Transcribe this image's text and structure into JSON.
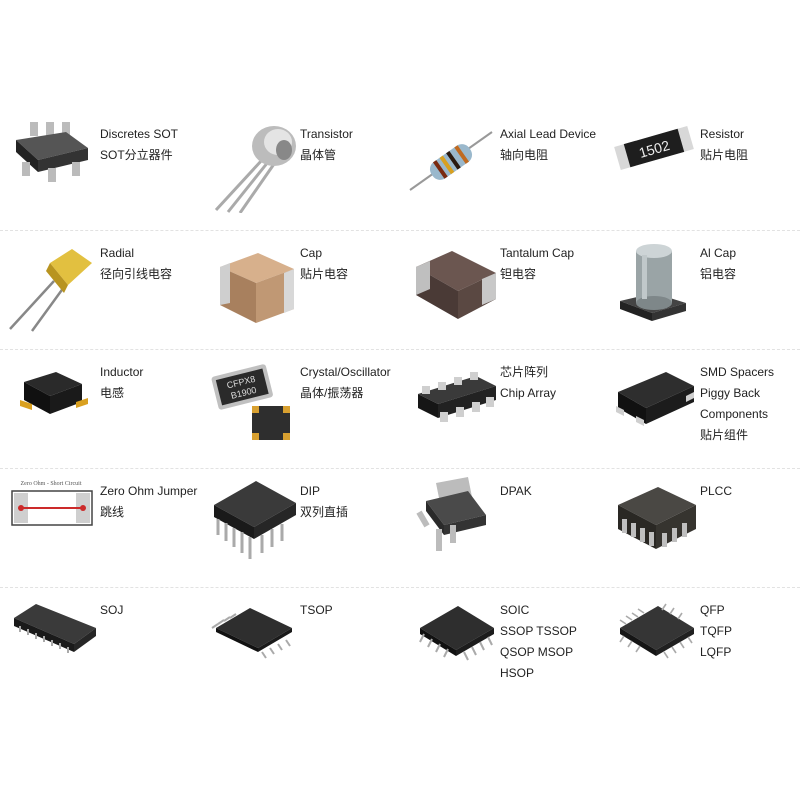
{
  "catalog": {
    "rows": [
      [
        {
          "icon": "sot-package-icon",
          "lines": [
            "Discretes SOT",
            "SOT分立器件"
          ]
        },
        {
          "icon": "transistor-icon",
          "lines": [
            "Transistor",
            "晶体管"
          ]
        },
        {
          "icon": "axial-lead-device-icon",
          "lines": [
            "Axial Lead Device",
            "轴向电阻"
          ]
        },
        {
          "icon": "smd-resistor-icon",
          "lines": [
            "Resistor",
            "贴片电阻"
          ]
        }
      ],
      [
        {
          "icon": "radial-capacitor-icon",
          "lines": [
            "Radial",
            "径向引线电容"
          ]
        },
        {
          "icon": "smd-capacitor-icon",
          "lines": [
            "Cap",
            "贴片电容"
          ]
        },
        {
          "icon": "tantalum-capacitor-icon",
          "lines": [
            "Tantalum Cap",
            "钽电容"
          ]
        },
        {
          "icon": "aluminum-capacitor-icon",
          "lines": [
            "Al Cap",
            "铝电容"
          ]
        }
      ],
      [
        {
          "icon": "inductor-icon",
          "lines": [
            "Inductor",
            "电感"
          ]
        },
        {
          "icon": "crystal-oscillator-icon",
          "lines": [
            "Crystal/Oscillator",
            "晶体/振荡器"
          ]
        },
        {
          "icon": "chip-array-icon",
          "lines": [
            "芯片阵列",
            "Chip Array"
          ]
        },
        {
          "icon": "smd-spacer-icon",
          "lines": [
            "SMD Spacers",
            "Piggy Back",
            "Components",
            "贴片组件"
          ]
        }
      ],
      [
        {
          "icon": "zero-ohm-jumper-icon",
          "lines": [
            "Zero Ohm Jumper",
            "跳线"
          ]
        },
        {
          "icon": "dip-package-icon",
          "lines": [
            "DIP",
            "双列直插"
          ]
        },
        {
          "icon": "dpak-package-icon",
          "lines": [
            "DPAK"
          ]
        },
        {
          "icon": "plcc-package-icon",
          "lines": [
            "PLCC"
          ]
        }
      ],
      [
        {
          "icon": "soj-package-icon",
          "lines": [
            "SOJ"
          ]
        },
        {
          "icon": "tsop-package-icon",
          "lines": [
            "TSOP"
          ]
        },
        {
          "icon": "soic-package-icon",
          "lines": [
            "SOIC",
            "SSOP TSSOP",
            "QSOP MSOP",
            "HSOP"
          ]
        },
        {
          "icon": "qfp-package-icon",
          "lines": [
            "QFP",
            "TQFP",
            "LQFP"
          ]
        }
      ]
    ],
    "jumper_diagram_caption": "Zero Ohm - Short Circuit",
    "crystal_markings": [
      "CFPX8",
      "B1900"
    ],
    "resistor_marking": "1502"
  }
}
